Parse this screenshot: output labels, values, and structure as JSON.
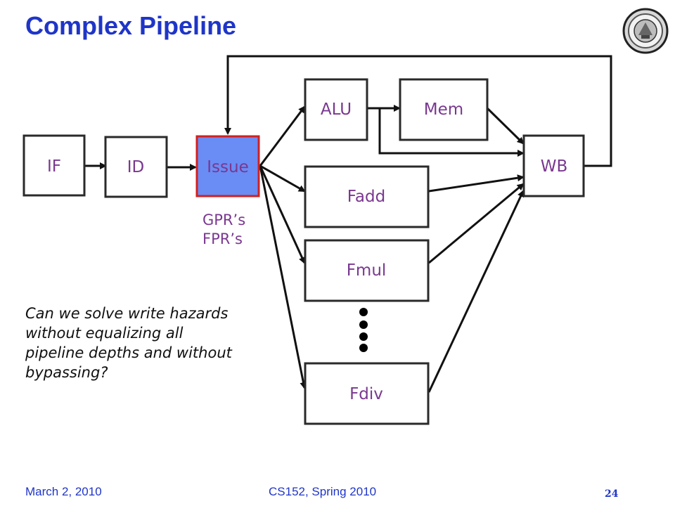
{
  "slide": {
    "title": "Complex Pipeline",
    "question": "Can we solve write hazards without equalizing all pipeline depths and without bypassing?",
    "footer": {
      "date": "March 2, 2010",
      "course": "CS152, Spring 2010",
      "page": "24"
    }
  },
  "diagram": {
    "stages": {
      "if": "IF",
      "id": "ID",
      "issue": "Issue",
      "alu": "ALU",
      "mem": "Mem",
      "fadd": "Fadd",
      "fmul": "Fmul",
      "fdiv": "Fdiv",
      "wb": "WB"
    },
    "registers": [
      "GPR’s",
      "FPR’s"
    ],
    "issue_fill": "#6a8cf5",
    "issue_border": "#d02020",
    "label_color": "#7a3890"
  },
  "logo": {
    "icon": "university-seal-icon"
  }
}
